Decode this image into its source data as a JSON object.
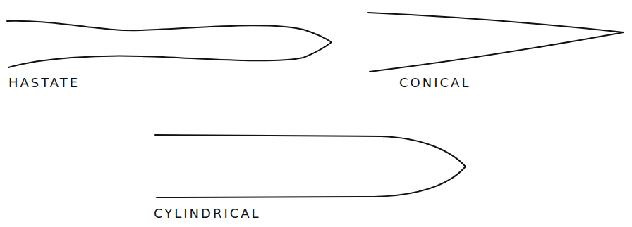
{
  "diagram": {
    "labels": [
      "HASTATE",
      "CONICAL",
      "CYLINDRICAL"
    ]
  }
}
